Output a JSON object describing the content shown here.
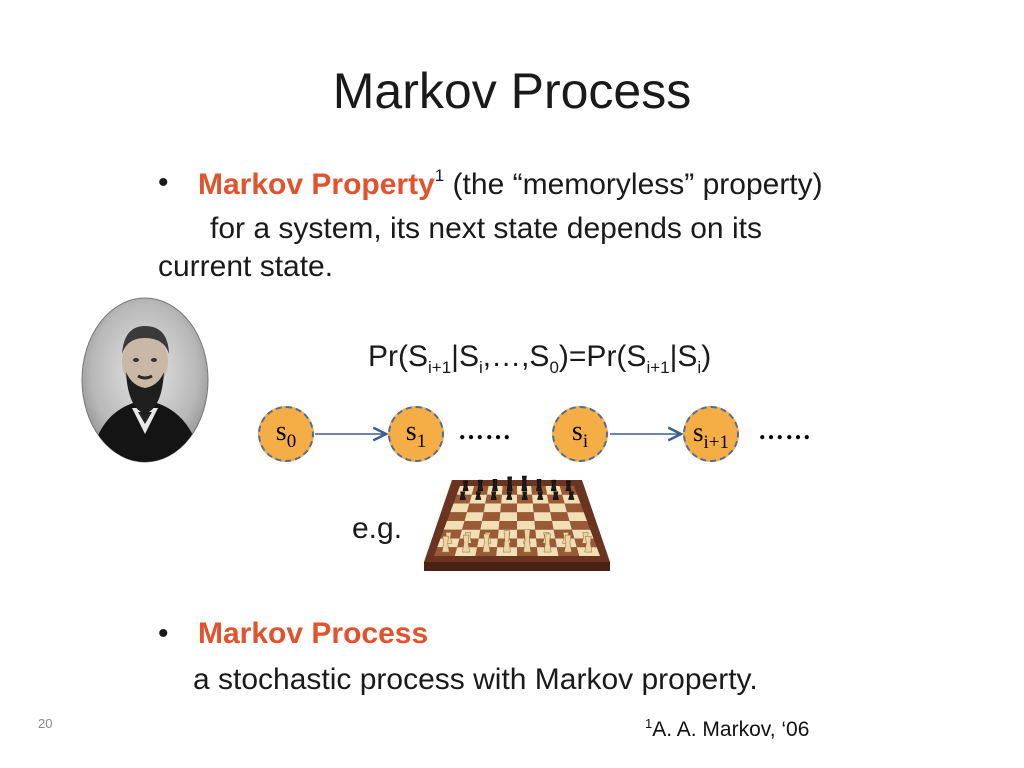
{
  "slide": {
    "title": "Markov Process",
    "page_number": "20"
  },
  "bullet1": {
    "marker": "•",
    "heading": "Markov Property",
    "heading_sup": "1",
    "rest": " (the “memoryless” property)",
    "line2": "for a system, its next state depends on its",
    "line3": "current state."
  },
  "formula": {
    "pr1": "Pr(S",
    "sub1": "i+1",
    "bar1": "|S",
    "sub2": "i",
    "mid": ",…,S",
    "sub3": "0",
    "eq": ")=Pr(S",
    "sub4": "i+1",
    "bar2": "|S",
    "sub5": "i",
    "close": ")"
  },
  "chain": {
    "states": [
      {
        "letter": "s",
        "sub": "0"
      },
      {
        "letter": "s",
        "sub": "1"
      },
      {
        "letter": "s",
        "sub": "i"
      },
      {
        "letter": "s",
        "sub": "i+1"
      }
    ],
    "ellipsis": "……",
    "node_color": "#f5ad46",
    "node_border": "#4f6d9a",
    "arrow_color": "#3a5f8f"
  },
  "example_label": "e.g.",
  "bullet2": {
    "marker": "•",
    "heading": "Markov Process",
    "line2": "a stochastic process with Markov property."
  },
  "footnote": {
    "sup": "1",
    "text": "A. A. Markov, ‘06"
  },
  "images": {
    "portrait_icon": "portrait-photo",
    "chessboard_icon": "chessboard-photo"
  },
  "colors": {
    "accent": "#e2522d",
    "text": "#1a1a1a"
  }
}
